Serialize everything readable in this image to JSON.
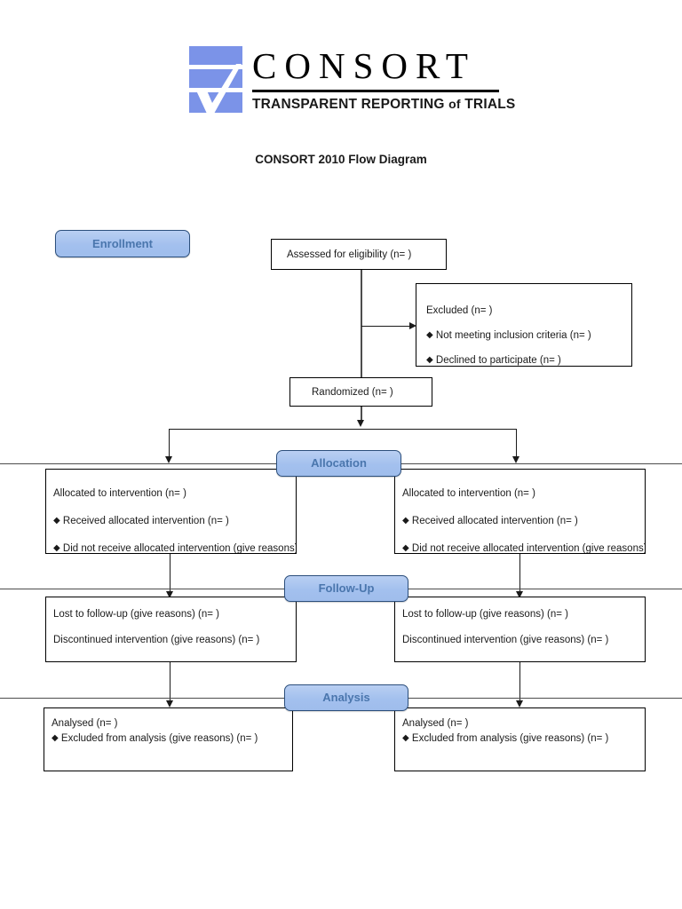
{
  "logo": {
    "wordmark": "CONSORT",
    "tagline_before": "TRANSPARENT REPORTING ",
    "tagline_of": "of",
    "tagline_after": " TRIALS",
    "mark_icon": "consort-checkmark-bars-logo",
    "bar_color": "#7b93e8",
    "check_color": "#ffffff"
  },
  "title": "CONSORT 2010 Flow Diagram",
  "badges": {
    "enrollment": "Enrollment",
    "allocation": "Allocation",
    "followup": "Follow-Up",
    "analysis": "Analysis",
    "fill": "#a3c0ee",
    "border": "#2c4f7c",
    "text_color": "#4a76ad"
  },
  "boxes": {
    "assessed": {
      "lines": [
        "Assessed for eligibility (n=  )"
      ]
    },
    "excluded": {
      "heading": "Excluded  (n=   )",
      "bullets": [
        "Not meeting inclusion criteria (n=  )",
        "Declined to participate (n=  )"
      ]
    },
    "randomized": {
      "lines": [
        "Randomized (n=  )"
      ]
    },
    "allocation_left": {
      "heading": "Allocated to intervention (n=  )",
      "bullets": [
        "Received allocated intervention (n=  )",
        "Did not receive allocated intervention (give reasons) (n=  )"
      ]
    },
    "allocation_right": {
      "heading": "Allocated to intervention (n=  )",
      "bullets": [
        "Received allocated intervention (n=  )",
        "Did not receive allocated intervention (give reasons) (n=  )"
      ]
    },
    "followup_left": {
      "lines": [
        "Lost to follow-up (give reasons) (n=  )",
        "Discontinued intervention (give reasons) (n=  )"
      ]
    },
    "followup_right": {
      "lines": [
        "Lost to follow-up (give reasons) (n=  )",
        "Discontinued intervention (give reasons) (n=  )"
      ]
    },
    "analysis_left": {
      "heading": "Analysed  (n=  )",
      "bullets": [
        "Excluded from analysis (give reasons) (n=  )"
      ]
    },
    "analysis_right": {
      "heading": "Analysed  (n=  )",
      "bullets": [
        "Excluded from analysis (give reasons) (n=  )"
      ]
    }
  }
}
